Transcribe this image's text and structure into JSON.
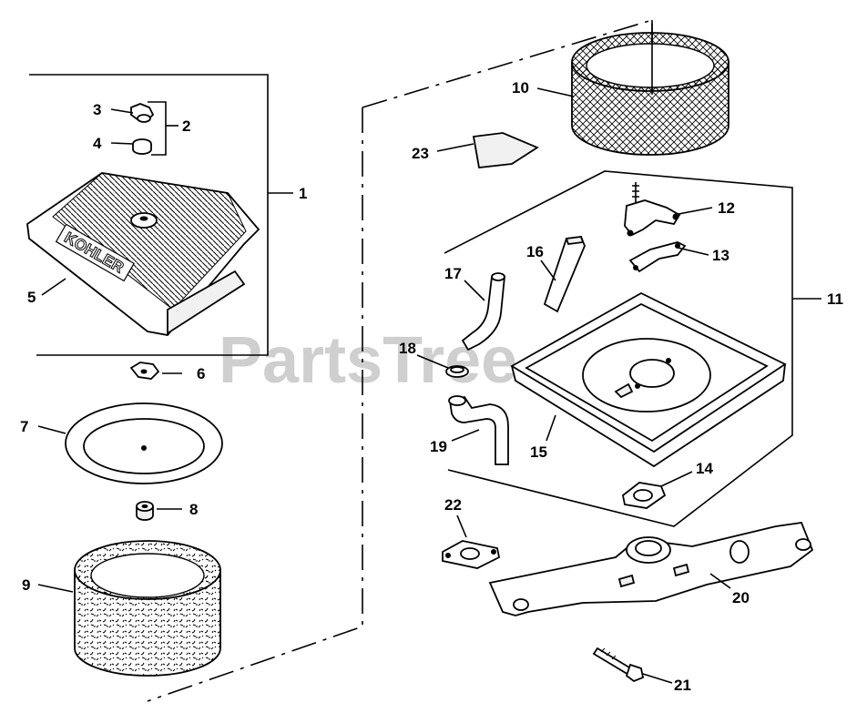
{
  "watermark": "PartsTree",
  "brand_logo": "KOHLER",
  "callouts": [
    "1",
    "2",
    "3",
    "4",
    "5",
    "6",
    "7",
    "8",
    "9",
    "10",
    "11",
    "12",
    "13",
    "14",
    "15",
    "16",
    "17",
    "18",
    "19",
    "20",
    "21",
    "22",
    "23"
  ],
  "icons": {
    "mesh": "crosshatch-pattern",
    "foam": "speckle-pattern"
  }
}
